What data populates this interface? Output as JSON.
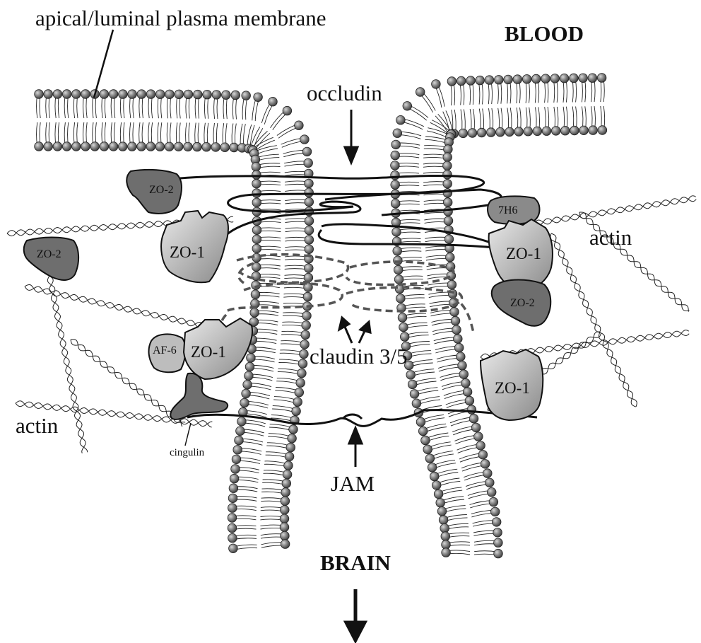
{
  "labels": {
    "membrane": "apical/luminal plasma membrane",
    "blood": "BLOOD",
    "brain": "BRAIN",
    "occludin": "occludin",
    "claudin": "claudin 3/5",
    "jam": "JAM",
    "actin_right": "actin",
    "actin_left": "actin",
    "cingulin": "cingulin"
  },
  "proteins": {
    "zo2_top": "ZO-2",
    "zo2_left": "ZO-2",
    "zo1_top_left": "ZO-1",
    "af6": "AF-6",
    "zo1_mid_left": "ZO-1",
    "sevenh6": "7H6",
    "zo1_right": "ZO-1",
    "zo2_right": "ZO-2",
    "zo1_bottom_right": "ZO-1"
  },
  "colors": {
    "ink": "#111111",
    "head_fill": "#777777",
    "protein_dark": "#6a6a6a",
    "protein_mid": "#9a9a9a",
    "protein_light": "#c8c8c8"
  }
}
